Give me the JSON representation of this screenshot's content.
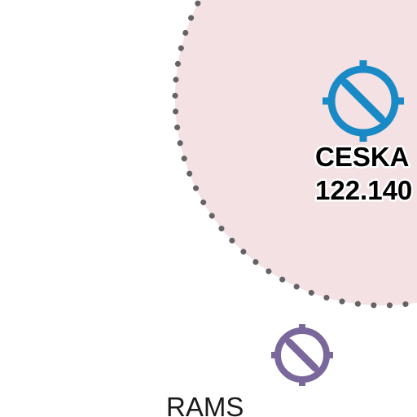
{
  "map": {
    "airspace": {
      "fill_color": "#f3e1e3",
      "border_color": "#646464",
      "border_style": "dotted"
    },
    "airports": [
      {
        "name": "CESKA",
        "frequency": "122.140",
        "symbol_color": "#1a8ac6",
        "icon": "airfield-icon"
      },
      {
        "name": "RAMS",
        "frequency": "",
        "symbol_color": "#7a679c",
        "icon": "airfield-icon"
      }
    ]
  }
}
